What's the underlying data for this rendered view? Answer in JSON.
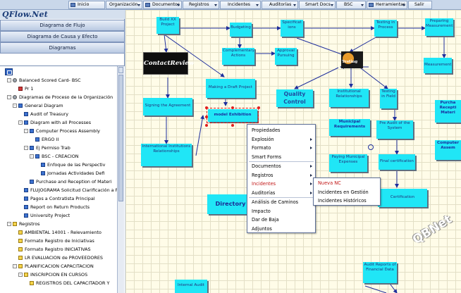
{
  "logo": "QFlow.Net",
  "menu": [
    {
      "label": "Inicio"
    },
    {
      "label": "Organización"
    },
    {
      "label": "Documentos"
    },
    {
      "label": "Registros"
    },
    {
      "label": "Incidentes"
    },
    {
      "label": "Auditorías"
    },
    {
      "label": "Smart Docs"
    },
    {
      "label": "BSC"
    },
    {
      "label": "Herramientas"
    },
    {
      "label": "Salir"
    }
  ],
  "nav": {
    "flow": "Diagrama de Flujo",
    "cause_effect": "Diagrama de Causa y Efecto",
    "diagrams": "Diagramas"
  },
  "tree": [
    {
      "label": "Balanced Scored Card- BSC",
      "toggle": "-",
      "icon": "gear"
    },
    {
      "label": "Pr 1",
      "toggle": "",
      "icon": "red"
    },
    {
      "label": "Diagramas de Proceso de la Organización",
      "toggle": "-",
      "icon": "gear"
    },
    {
      "label": "General Diagram",
      "toggle": "-",
      "icon": "blue"
    },
    {
      "label": "Audit of Treasury",
      "toggle": "",
      "icon": "blue"
    },
    {
      "label": "Diagram with all Processes",
      "toggle": "-",
      "icon": "blue"
    },
    {
      "label": "Computer Process Assembly",
      "toggle": "-",
      "icon": "blue"
    },
    {
      "label": "ERGO II",
      "toggle": "",
      "icon": "blue"
    },
    {
      "label": "Ej Permiso Trab",
      "toggle": "-",
      "icon": "blue"
    },
    {
      "label": "BSC - CREACION",
      "toggle": "-",
      "icon": "blue"
    },
    {
      "label": "Enfoque de las Perspectiv",
      "toggle": "",
      "icon": "blue"
    },
    {
      "label": "Jornadas Actividades Defi",
      "toggle": "",
      "icon": "blue"
    },
    {
      "label": "Purchase and Reception of Materi",
      "toggle": "",
      "icon": "blue"
    },
    {
      "label": "FLUJOGRAMA Solicitud Clarificación a F",
      "toggle": "",
      "icon": "blue"
    },
    {
      "label": "Pagos a Contratista Principal",
      "toggle": "",
      "icon": "blue"
    },
    {
      "label": "Report on Return Products",
      "toggle": "",
      "icon": "blue"
    },
    {
      "label": "University Project",
      "toggle": "",
      "icon": "blue"
    },
    {
      "label": "Registros",
      "toggle": "-",
      "icon": "doc"
    },
    {
      "label": "AMBIENTAL 14001 - Relevamiento",
      "toggle": "",
      "icon": "yellow"
    },
    {
      "label": "Formato Registro de Iniciativas",
      "toggle": "",
      "icon": "yellow"
    },
    {
      "label": "Formato Registro INICIATIVAS",
      "toggle": "",
      "icon": "yellow"
    },
    {
      "label": "LR EVALUACION de PROVEEDORES",
      "toggle": "",
      "icon": "yellow"
    },
    {
      "label": "PLANIFICACION CAPACITACION",
      "toggle": "-",
      "icon": "yellow"
    },
    {
      "label": "INSCRIPCION EN CURSOS",
      "toggle": "-",
      "icon": "yellow"
    },
    {
      "label": "REGISTROS DEL CAPACITADOR Y",
      "toggle": "",
      "icon": "yellow"
    }
  ],
  "diagram": {
    "build_xx": "Build XX Project",
    "budgeting": "Budgeting",
    "specifications": "Specificat ions",
    "testing_process": "Testing in Process",
    "preparing_measurement": "Preparing Measurement",
    "contact_review": "ContactReview",
    "complementary_actions": "Complementary Actions",
    "approval_pursuing": "Approval Pursuing",
    "testing": "Testing",
    "measurement": "Measurement",
    "making_draft": "Making a Draft Project",
    "signing": "Signing the Agreement",
    "model_exhibition": "model Exhibition",
    "quality_control": "Quality Control",
    "institutional_rel": "Institutional Relationships",
    "testing_field": "Testing in Field",
    "purchase_reception": "Purcha Recepti Materi",
    "intl_institutions": "International Institutions Relationships",
    "municipal_req": "Municipal Requirements",
    "pre_audit": "Pre Audit of the System",
    "computer_assembly": "Computer Assem",
    "paying_municipal": "Paying Municipal Expenses",
    "final_cert": "Final certification",
    "certification": "Certification",
    "directory_task": "Directory Task",
    "internal_audit": "Internal Audit",
    "audit_reports": "Audit Reports of Financial Data"
  },
  "context_menu": {
    "items": [
      "Propiedades",
      "Explosión",
      "Formato",
      "Smart Forms",
      "Documentos",
      "Registros",
      "Incidentes",
      "Auditorías",
      "Análisis de Caminos",
      "Impacto",
      "Dar de Baja",
      "Adjuntos"
    ]
  },
  "submenu": {
    "items": [
      "Nueva NC",
      "Incidentes en Gestión",
      "Incidentes Históricos"
    ]
  },
  "watermark": "QBNet"
}
